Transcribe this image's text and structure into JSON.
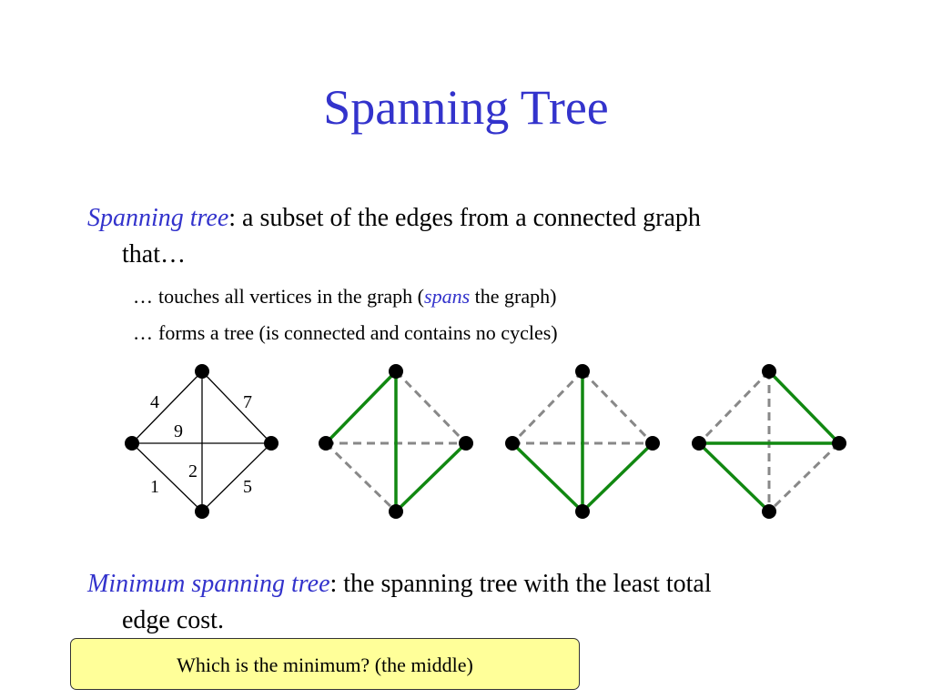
{
  "slide": {
    "title": "Spanning Tree",
    "definition": {
      "term": "Spanning tree",
      "text": ": a subset of the edges from a connected graph",
      "continuation": "that…"
    },
    "subpoints": [
      {
        "ellipsis": "…",
        "text_before": "touches all vertices in the graph (",
        "emphasis": "spans",
        "text_after": " the graph)"
      },
      {
        "ellipsis": "…",
        "text": "forms a tree (is connected and contains no cycles)"
      }
    ],
    "minimum": {
      "term": "Minimum spanning tree",
      "text": ": the spanning tree with the least total",
      "continuation": "edge cost."
    },
    "callout": "Which is the minimum?  (the middle)"
  },
  "colors": {
    "title": "#3333cc",
    "term": "#3333cc",
    "tree_edge": "#118811",
    "non_tree_edge": "#888888",
    "callout_bg": "#ffff99"
  },
  "graphs": {
    "edge_weights": {
      "top_left": "4",
      "top_right": "7",
      "horizontal": "9",
      "vertical": "2",
      "bottom_left": "1",
      "bottom_right": "5"
    },
    "trees": [
      {
        "tree_edges": [
          "top-left",
          "vertical",
          "bottom-right"
        ],
        "non_tree_edges": [
          "top-right",
          "horizontal",
          "bottom-left"
        ]
      },
      {
        "tree_edges": [
          "vertical",
          "bottom-left",
          "bottom-right"
        ],
        "non_tree_edges": [
          "top-left",
          "top-right",
          "horizontal"
        ]
      },
      {
        "tree_edges": [
          "top-right",
          "horizontal",
          "bottom-left"
        ],
        "non_tree_edges": [
          "top-left",
          "vertical",
          "bottom-right"
        ]
      }
    ]
  }
}
